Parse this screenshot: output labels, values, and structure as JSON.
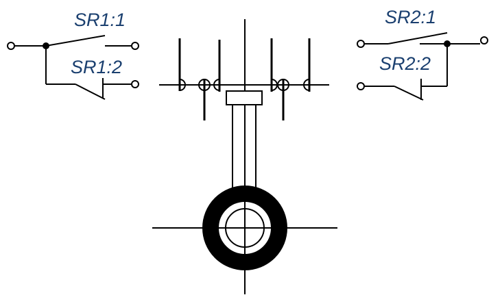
{
  "labels": {
    "sr1_1": "SR1:1",
    "sr1_2": "SR1:2",
    "sr2_1": "SR2:1",
    "sr2_2": "SR2:2"
  },
  "colors": {
    "line": "#000000",
    "label_text": "#1a3f6f",
    "background": "#ffffff"
  }
}
